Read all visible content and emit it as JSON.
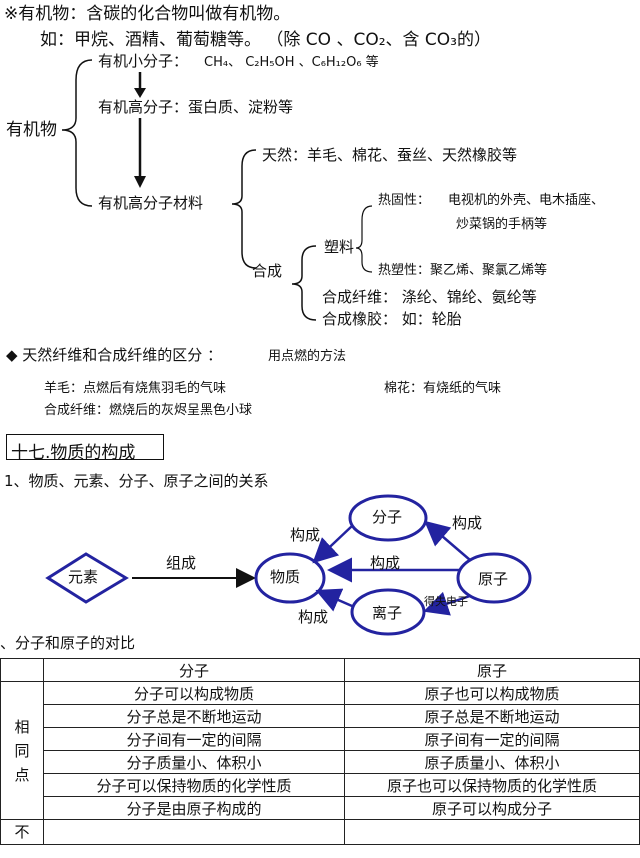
{
  "intro": {
    "line1": "※有机物：含碳的化合物叫做有机物。",
    "line2": "如：甲烷、酒精、葡萄糖等。 （除 CO 、CO₂、含 CO₃的）"
  },
  "tree": {
    "root": "有机物",
    "small": {
      "label": "有机小分子：",
      "formulas": "CH₄、 C₂H₅OH 、C₆H₁₂O₆ 等"
    },
    "high": "有机高分子：蛋白质、淀粉等",
    "material": "有机高分子材料",
    "natural": "天然：羊毛、棉花、蚕丝、天然橡胶等",
    "synthetic": "合成",
    "plastic": "塑料",
    "thermoset_label": "热固性：",
    "thermoset_items_1": "电视机的外壳、电木插座、",
    "thermoset_items_2": "炒菜锅的手柄等",
    "thermoplastic": "热塑性：聚乙烯、聚氯乙烯等",
    "fiber": "合成纤维：  涤纶、锦纶、氨纶等",
    "rubber": "合成橡胶：  如：轮胎"
  },
  "distinguish": {
    "heading": "◆ 天然纤维和合成纤维的区分 ：",
    "method": "用点燃的方法",
    "wool": "羊毛：点燃后有烧焦羽毛的气味",
    "cotton": "棉花：有烧纸的气味",
    "synthetic": "合成纤维：燃烧后的灰烬呈黑色小球"
  },
  "section": {
    "title": "十七.物质的构成",
    "sub1": "1、物质、元素、分子、原子之间的关系",
    "sub2": "、分子和原子的对比"
  },
  "diagram": {
    "element": "元素",
    "compose": "组成",
    "matter": "物质",
    "molecule": "分子",
    "atom": "原子",
    "ion": "离子",
    "build1": "构成",
    "build2": "构成",
    "build3": "构成",
    "build4": "构成",
    "gain_lose": "得失电子"
  },
  "table": {
    "headers": [
      "分子",
      "原子"
    ],
    "side_label": [
      "相",
      "同",
      "点"
    ],
    "side_label2": "不",
    "rows": [
      [
        "分子可以构成物质",
        "原子也可以构成物质"
      ],
      [
        "分子总是不断地运动",
        "原子总是不断地运动"
      ],
      [
        "分子间有一定的间隔",
        "原子间有一定的间隔"
      ],
      [
        "分子质量小、体积小",
        "原子质量小、体积小"
      ],
      [
        "分子可以保持物质的化学性质",
        "原子也可以保持物质的化学性质"
      ],
      [
        "分子是由原子构成的",
        "原子可以构成分子"
      ]
    ]
  },
  "colors": {
    "diagram": "#2323a0",
    "text": "#111111"
  }
}
